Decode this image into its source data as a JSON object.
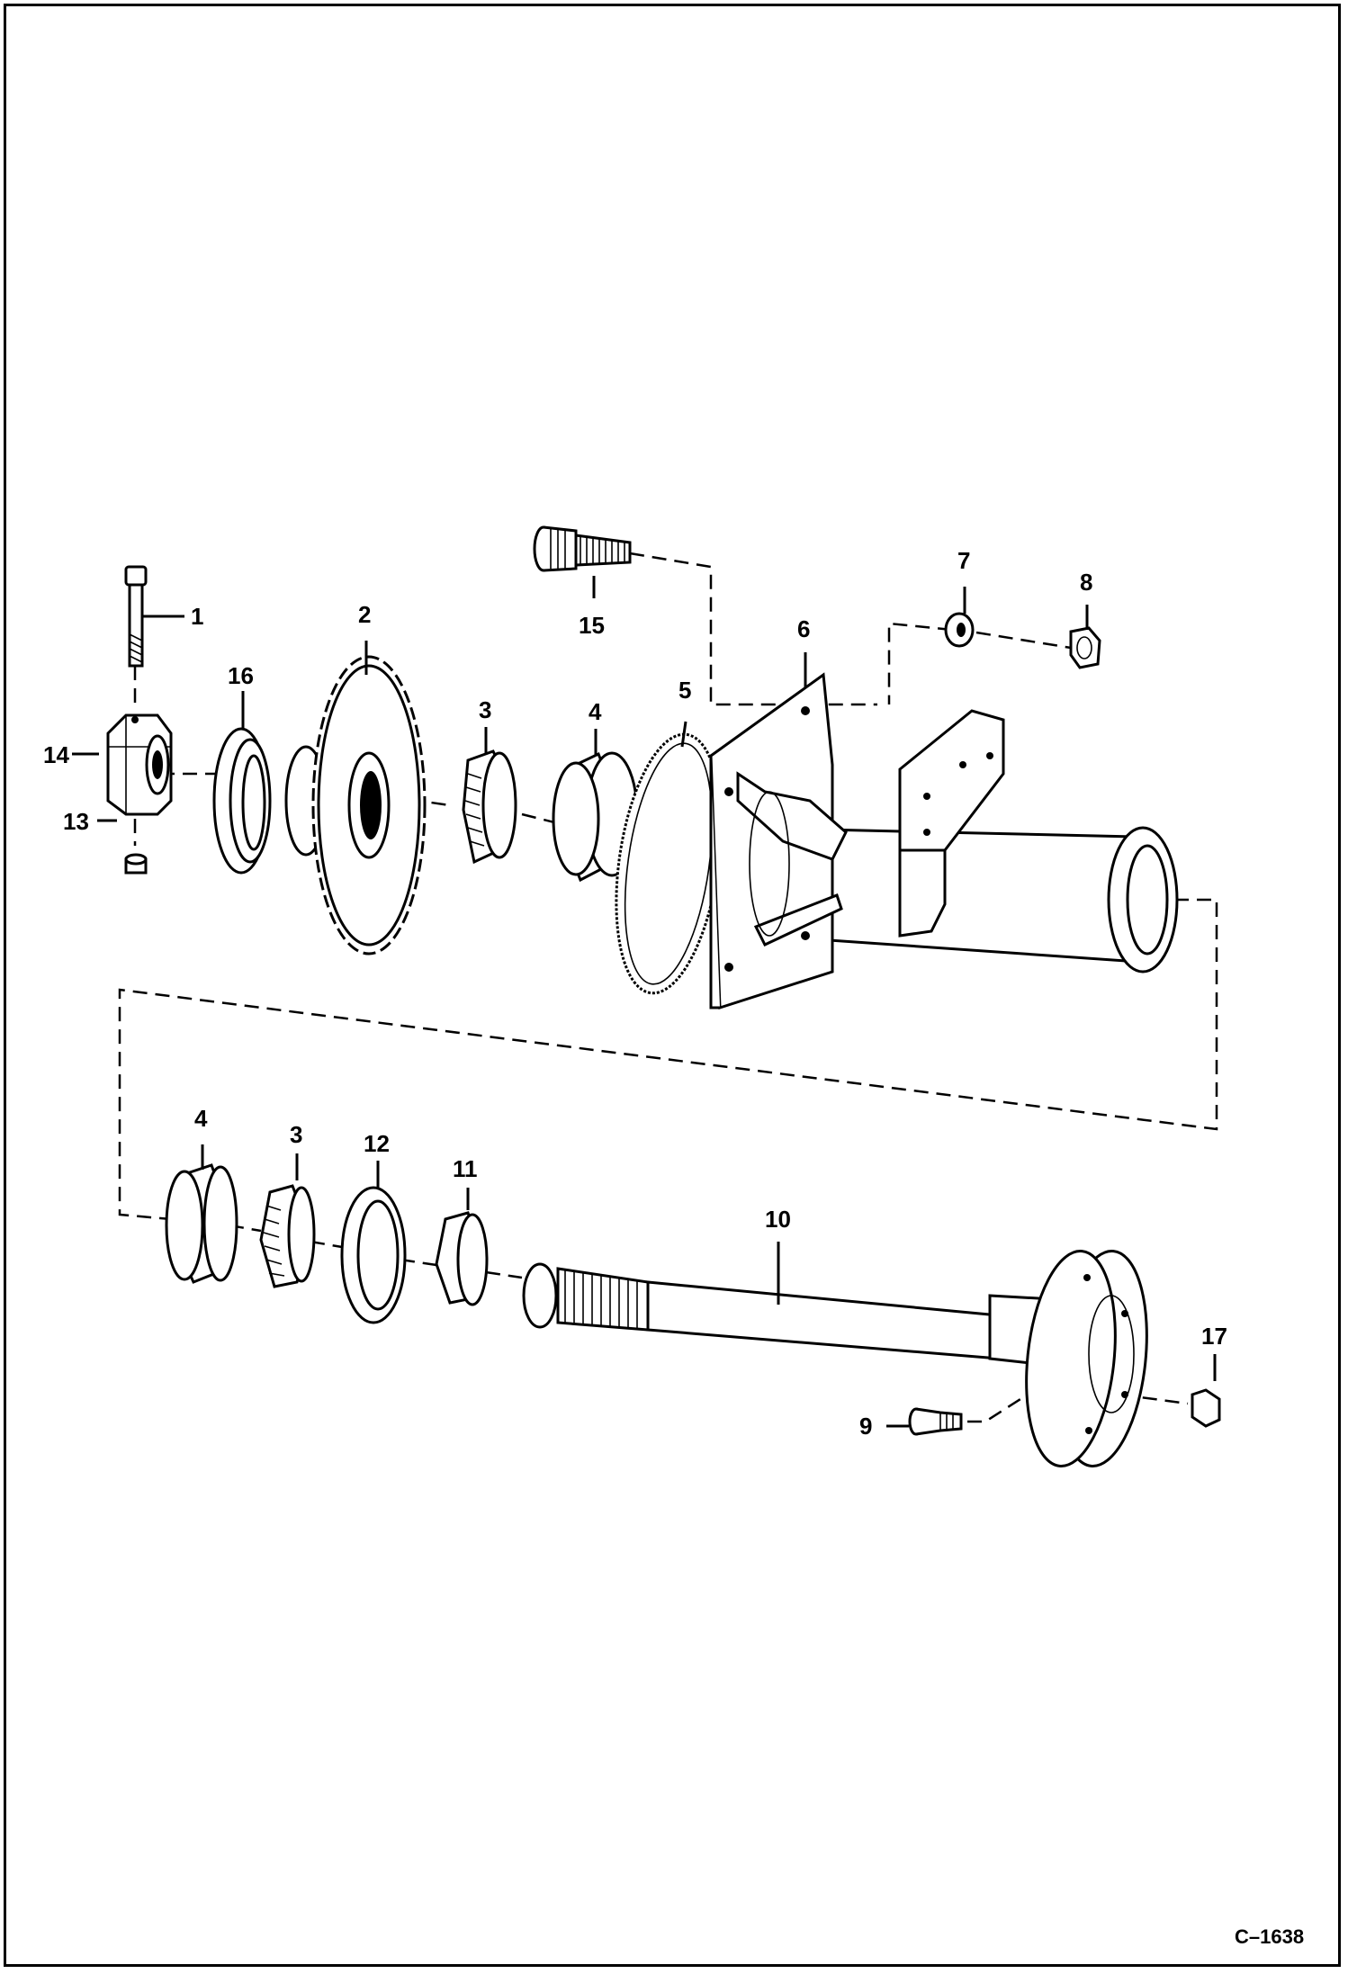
{
  "labels": {
    "p1": "1",
    "p2": "2",
    "p3a": "3",
    "p4a": "4",
    "p5": "5",
    "p6": "6",
    "p7": "7",
    "p8": "8",
    "p9": "9",
    "p10": "10",
    "p11": "11",
    "p12": "12",
    "p13": "13",
    "p14": "14",
    "p15": "15",
    "p16": "16",
    "p17": "17",
    "p3b": "3",
    "p4b": "4"
  },
  "drawing_code": "C–1638"
}
